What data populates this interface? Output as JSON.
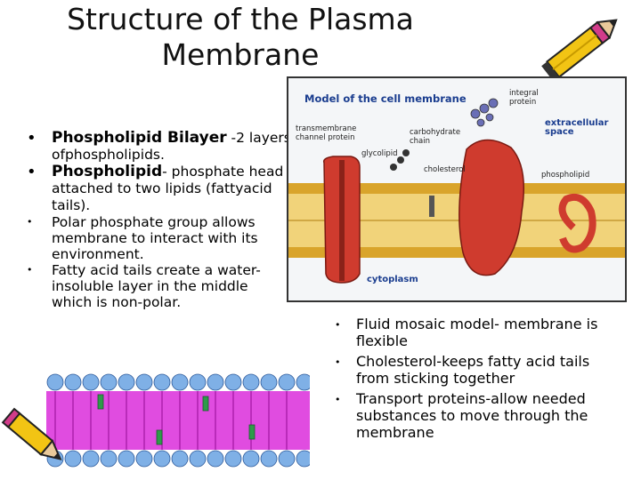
{
  "slide": {
    "title": "Structure of the Plasma Membrane",
    "left_bullets": [
      {
        "lead": "Phospholipid Bilayer",
        "rest": " -2 layers ofphospholipids."
      },
      {
        "lead": "Phospholipid",
        "rest": "- phosphate head attached to two lipids (fattyacid tails)."
      },
      {
        "text": "Polar phosphate group allows membrane to interact with its environment."
      },
      {
        "text": "Fatty acid tails create a water-insoluble layer in the middle which is non-polar."
      }
    ],
    "right_bullets": [
      "Fluid mosaic model- membrane is flexible",
      "Cholesterol-keeps fatty acid tails from sticking together",
      "Transport proteins-allow needed substances to move through the membrane"
    ],
    "bullet_symbol": "•"
  },
  "diagram": {
    "title": "Model of the cell membrane",
    "labels": {
      "integral_protein": "integral protein",
      "extracellular_space": "extracellular space",
      "transmembrane_channel_protein": "transmembrane channel protein",
      "carbohydrate_chain": "carbohydrate chain",
      "glycolipid": "glycolipid",
      "cholesterol": "cholesterol",
      "phospholipid": "phospholipid",
      "cytoplasm": "cytoplasm"
    },
    "colors": {
      "protein": "#cf3b2e",
      "bilayer": "#d9a42b",
      "label_blue": "#1a3d8f"
    }
  },
  "icons": [
    "pencil-icon",
    "pencil-icon",
    "membrane-bilayer-icon"
  ]
}
